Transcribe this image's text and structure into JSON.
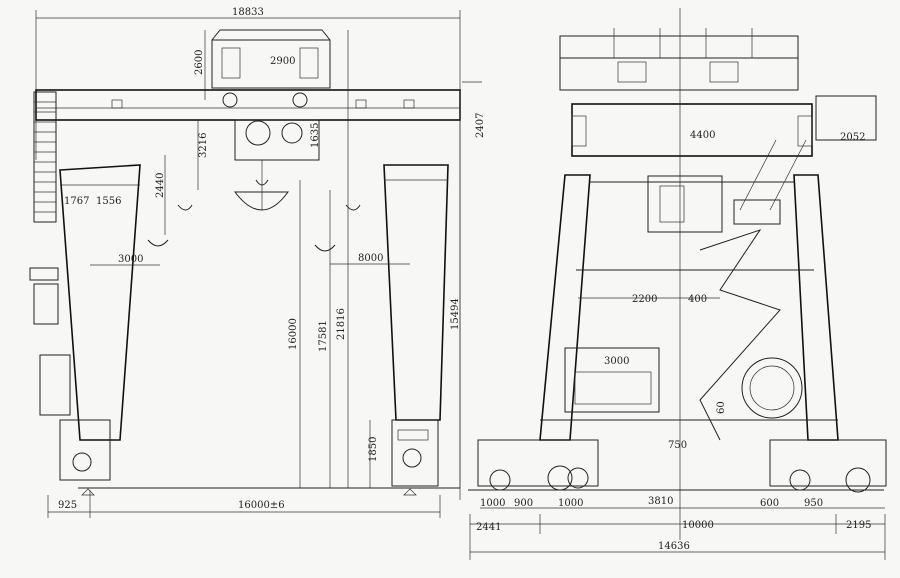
{
  "front_view": {
    "dims": {
      "span_top": "18833",
      "cab_height": "2600",
      "cab_width": "2900",
      "girder_depth": "3216",
      "trolley_height": "1635",
      "top_rise": "2407",
      "leg_a": "1767",
      "leg_b": "1556",
      "hook_offset": "2440",
      "cantilever": "3000",
      "hook_reach": "8000",
      "lift_height": "16000",
      "rail_to_hook": "17581",
      "total_height": "21816",
      "girder_height": "15494",
      "base_height": "1850",
      "left_overhang": "925",
      "span": "16000±6"
    }
  },
  "side_view": {
    "dims": {
      "trolley_width": "4400",
      "stair_width": "2052",
      "platform_a": "2200",
      "platform_b": "400",
      "panel": "3000",
      "ring_dim": "60",
      "offset_750": "750",
      "wheel_1000a": "1000",
      "wheel_900": "900",
      "wheel_1000b": "1000",
      "wheelbase": "3810",
      "wheel_600": "600",
      "wheel_950": "950",
      "left_end": "2441",
      "bogie_span": "10000",
      "right_end": "2195",
      "overall": "14636"
    }
  }
}
